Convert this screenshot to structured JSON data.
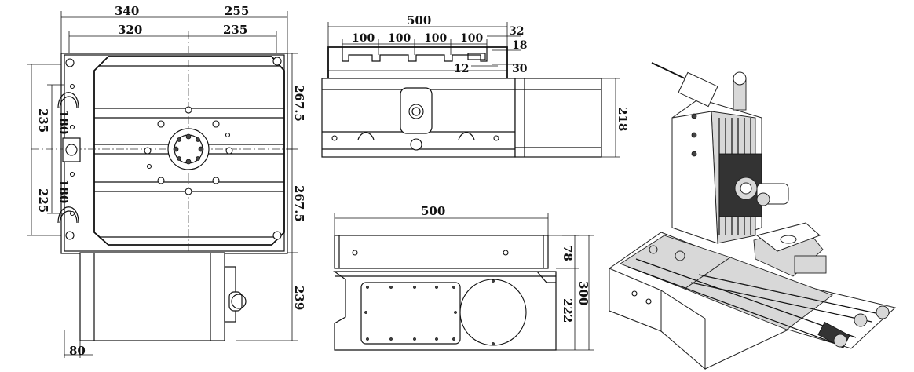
{
  "plan_view": {
    "dims_top_row1": [
      "340",
      "255"
    ],
    "dims_top_row2": [
      "320",
      "235"
    ],
    "dims_left_outer": [
      "235",
      "225"
    ],
    "dims_left_inner": [
      "180",
      "180"
    ],
    "dims_right": [
      "267.5",
      "267.5",
      "239"
    ],
    "dim_bottom": "80"
  },
  "tslot_view": {
    "width": "500",
    "slots": [
      "100",
      "100",
      "100",
      "100"
    ],
    "slot_details": [
      "32",
      "18",
      "12",
      "30"
    ]
  },
  "side_view": {
    "height": "218"
  },
  "front_view": {
    "width": "500",
    "heights": [
      "78",
      "222",
      "300"
    ]
  }
}
